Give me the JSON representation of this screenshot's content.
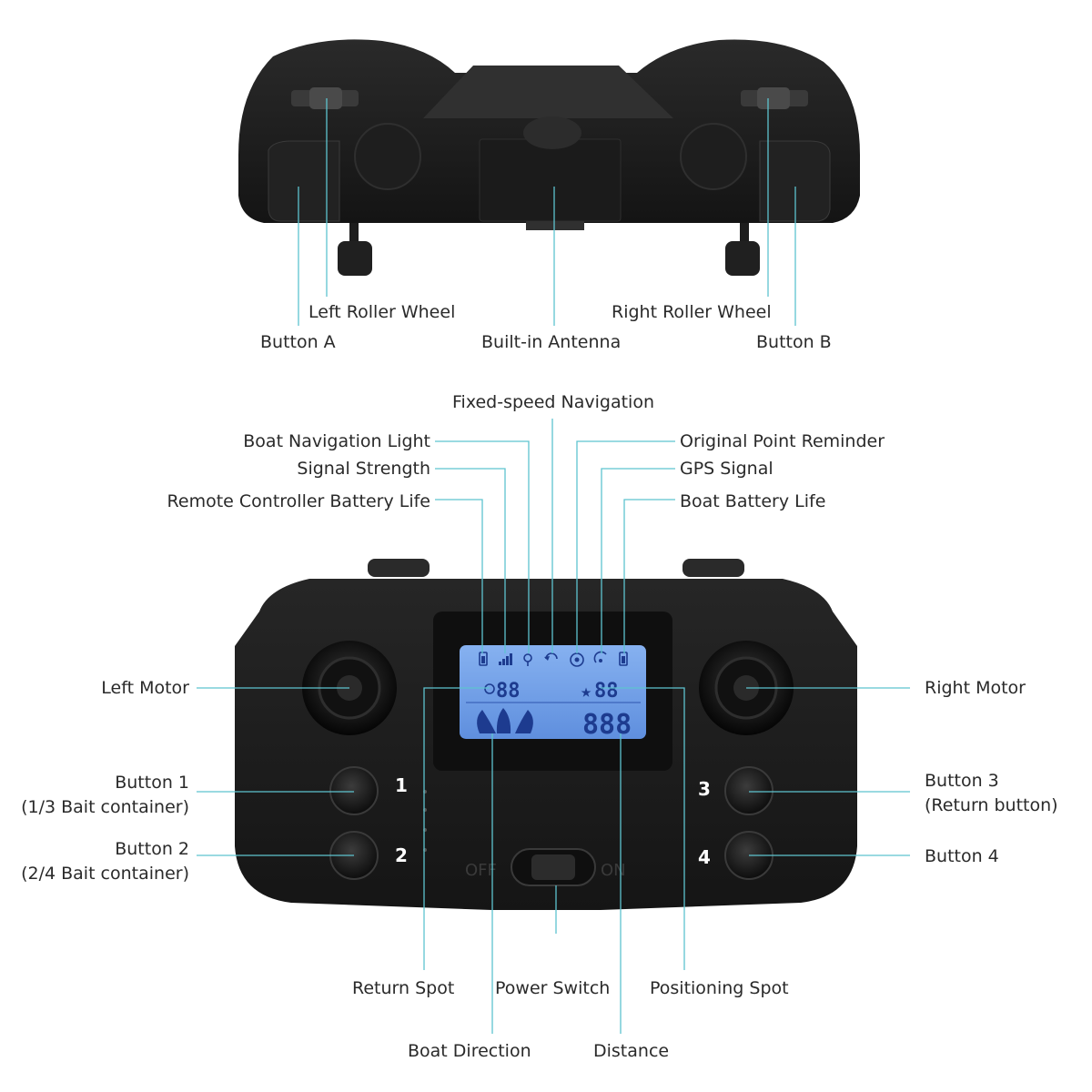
{
  "top_view": {
    "labels": {
      "button_a": "Button A",
      "left_roller_wheel": "Left Roller Wheel",
      "built_in_antenna": "Built-in Antenna",
      "right_roller_wheel": "Right Roller Wheel",
      "button_b": "Button B"
    }
  },
  "front_view": {
    "labels": {
      "fixed_speed_navigation": "Fixed-speed Navigation",
      "boat_navigation_light": "Boat Navigation Light",
      "signal_strength": "Signal Strength",
      "remote_controller_battery_life": "Remote Controller Battery Life",
      "original_point_reminder": "Original Point Reminder",
      "gps_signal": "GPS Signal",
      "boat_battery_life": "Boat Battery Life",
      "left_motor": "Left Motor",
      "right_motor": "Right Motor",
      "button_1": "Button 1",
      "button_1_sub": "(1/3 Bait container)",
      "button_2": "Button 2",
      "button_2_sub": "(2/4 Bait container)",
      "button_3": "Button 3",
      "button_3_sub": "(Return button)",
      "button_4": "Button 4",
      "return_spot": "Return Spot",
      "power_switch": "Power Switch",
      "positioning_spot": "Positioning Spot",
      "boat_direction": "Boat Direction",
      "distance": "Distance"
    },
    "button_numbers": {
      "b1": "1",
      "b2": "2",
      "b3": "3",
      "b4": "4"
    },
    "switch": {
      "off": "OFF",
      "on": "ON"
    },
    "lcd": {
      "return_spot_value": "88",
      "positioning_spot_value": "88",
      "distance_value": "888"
    }
  },
  "colors": {
    "leader": "#5ec4cf",
    "body": "#1c1c1c",
    "lcd": "#6f9ee6",
    "label": "#2a2a2a"
  }
}
